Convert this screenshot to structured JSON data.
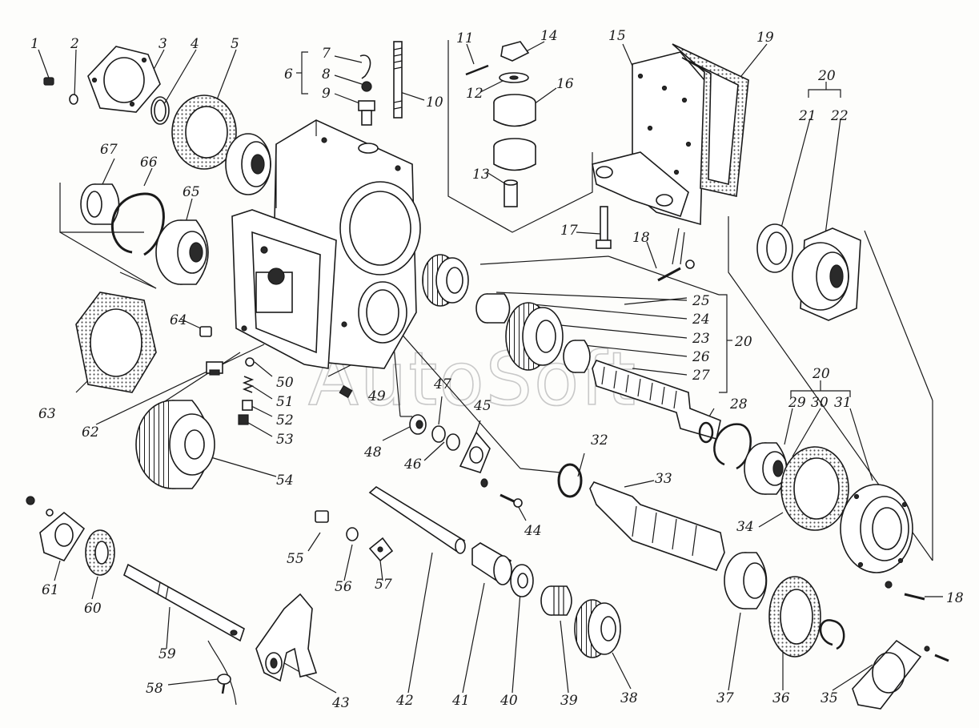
{
  "watermark": "AutoSoft",
  "labels": {
    "l1": "1",
    "l2": "2",
    "l3": "3",
    "l4": "4",
    "l5": "5",
    "l6": "6",
    "l7": "7",
    "l8": "8",
    "l9": "9",
    "l10": "10",
    "l11": "11",
    "l12": "12",
    "l13": "13",
    "l14": "14",
    "l15": "15",
    "l16": "16",
    "l17": "17",
    "l18a": "18",
    "l18b": "18",
    "l19": "19",
    "l20a": "20",
    "l20b": "20",
    "l20c": "20",
    "l21": "21",
    "l22": "22",
    "l23": "23",
    "l24": "24",
    "l25": "25",
    "l26": "26",
    "l27": "27",
    "l28": "28",
    "l29": "29",
    "l30": "30",
    "l31": "31",
    "l32": "32",
    "l33": "33",
    "l34": "34",
    "l35": "35",
    "l36": "36",
    "l37": "37",
    "l38": "38",
    "l39": "39",
    "l40": "40",
    "l41": "41",
    "l42": "42",
    "l43": "43",
    "l44": "44",
    "l45": "45",
    "l46": "46",
    "l47": "47",
    "l48": "48",
    "l49": "49",
    "l50": "50",
    "l51": "51",
    "l52": "52",
    "l53": "53",
    "l54": "54",
    "l55": "55",
    "l56": "56",
    "l57": "57",
    "l58": "58",
    "l59": "59",
    "l60": "60",
    "l61": "61",
    "l62": "62",
    "l63": "63",
    "l64": "64",
    "l65": "65",
    "l66": "66",
    "l67": "67"
  }
}
